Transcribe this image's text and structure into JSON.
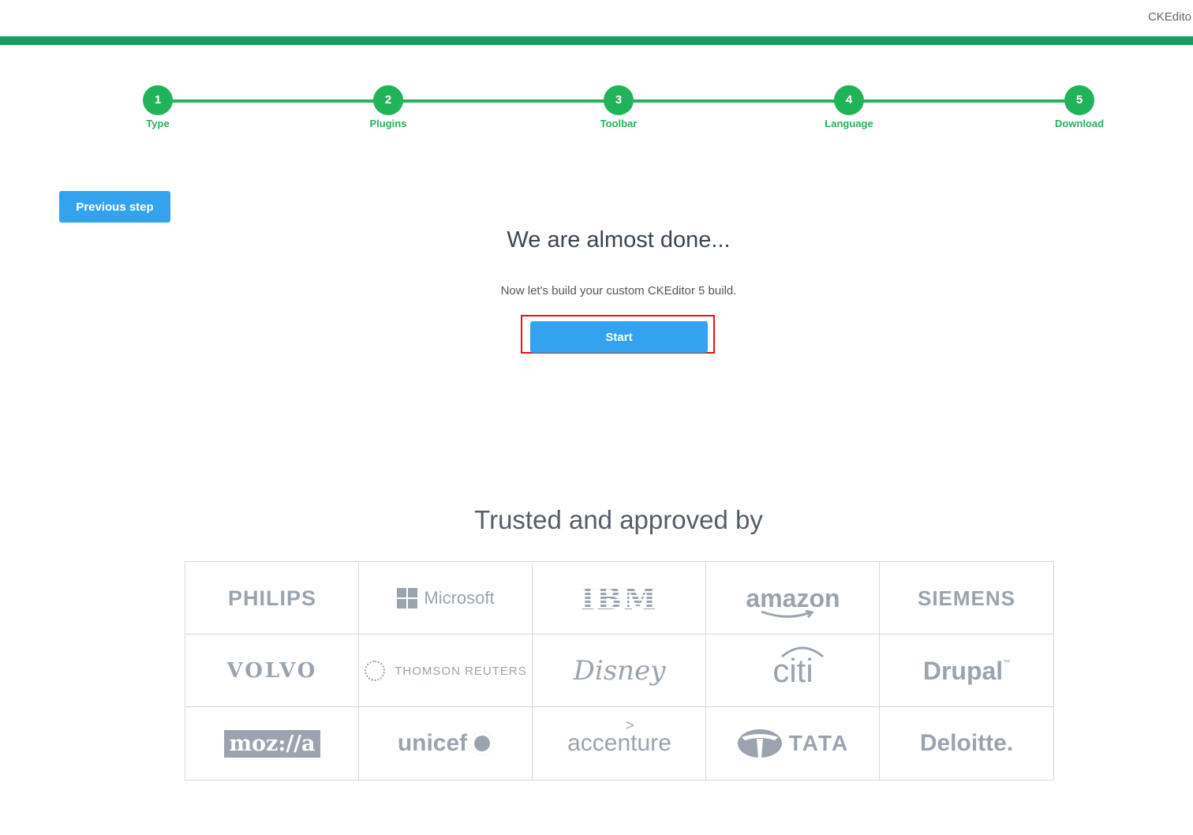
{
  "app": {
    "brand": "CKEdito"
  },
  "stepper": {
    "steps": [
      {
        "number": "1",
        "label": "Type"
      },
      {
        "number": "2",
        "label": "Plugins"
      },
      {
        "number": "3",
        "label": "Toolbar"
      },
      {
        "number": "4",
        "label": "Language"
      },
      {
        "number": "5",
        "label": "Download"
      }
    ],
    "color": "#21b35a"
  },
  "nav": {
    "previous_label": "Previous step"
  },
  "main": {
    "heading": "We are almost done...",
    "subtext": "Now let's build your custom CKEditor 5 build.",
    "start_label": "Start"
  },
  "trusted": {
    "heading": "Trusted and approved by",
    "logos": [
      "PHILIPS",
      "Microsoft",
      "IBM",
      "amazon",
      "SIEMENS",
      "VOLVO",
      "THOMSON REUTERS",
      "Disney",
      "citi",
      "Drupal",
      "moz://a",
      "unicef",
      "accenture",
      "TATA",
      "Deloitte."
    ]
  },
  "colors": {
    "header_bar": "#1d9b5f",
    "primary_button": "#33a3ef",
    "highlight_frame": "#e11111",
    "logo_gray": "#9ba4ae"
  }
}
